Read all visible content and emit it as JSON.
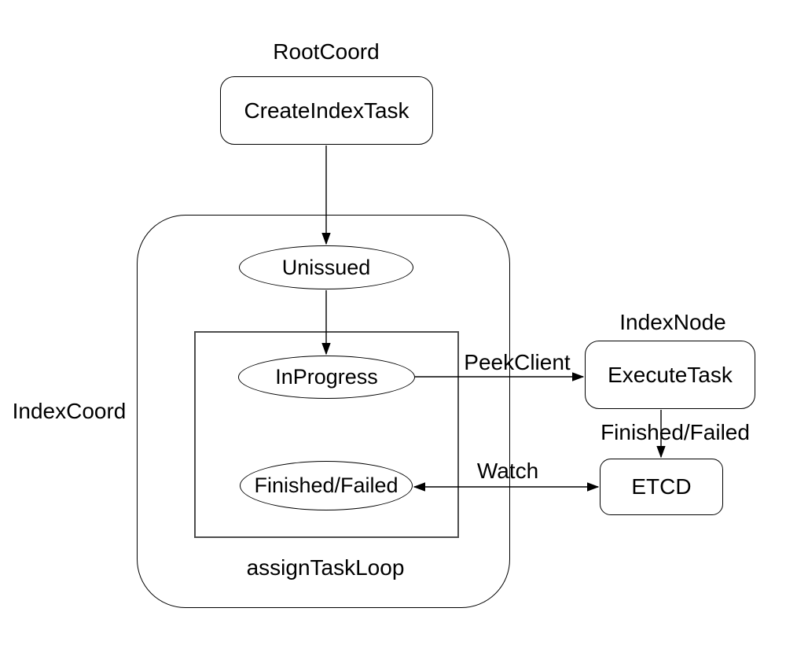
{
  "labels": {
    "root_coord": "RootCoord",
    "index_coord": "IndexCoord",
    "index_node": "IndexNode",
    "assign_task_loop": "assignTaskLoop"
  },
  "nodes": {
    "create_index_task": "CreateIndexTask",
    "unissued": "Unissued",
    "in_progress": "InProgress",
    "finished_failed": "Finished/Failed",
    "execute_task": "ExecuteTask",
    "etcd": "ETCD"
  },
  "edges": {
    "peek_client": "PeekClient",
    "finished_failed": "Finished/Failed",
    "watch": "Watch"
  },
  "colors": {
    "stroke": "#000000",
    "loop_box_stroke": "#4d4d4d",
    "text": "#000000",
    "background": "#ffffff"
  }
}
